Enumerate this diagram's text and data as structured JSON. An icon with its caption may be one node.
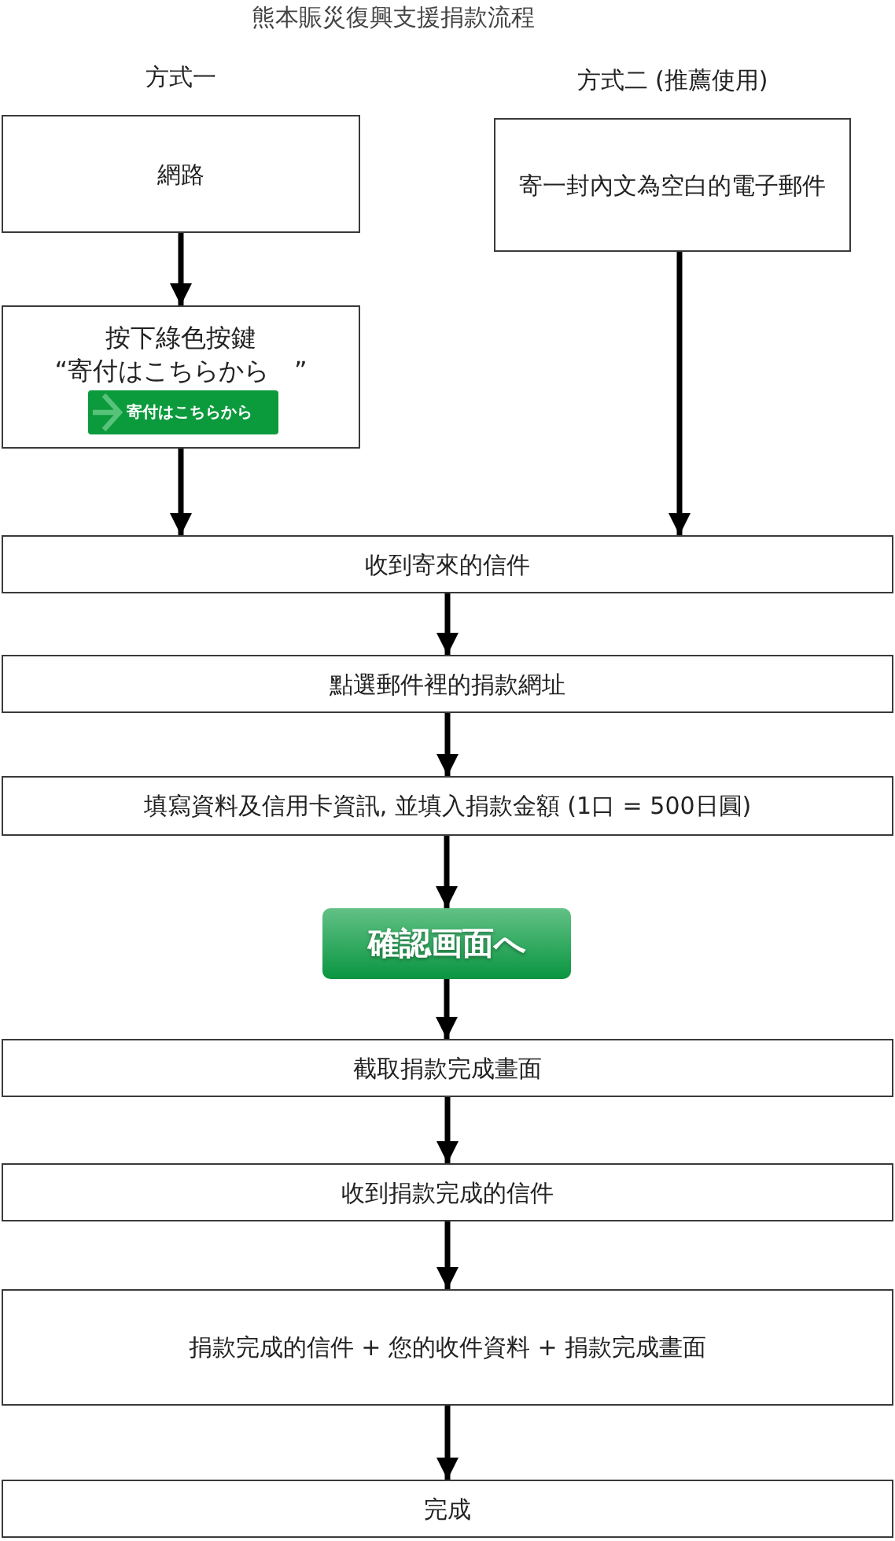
{
  "diagram": {
    "title": "熊本賑災復興支援捐款流程",
    "nodes": [
      {
        "text": [
          "方式一",
          "網路"
        ]
      },
      {
        "text": [
          "方式二 (推薦使用)",
          "寄一封內文為空白的電子郵件"
        ]
      },
      {
        "text": [
          "按下綠色按鍵",
          "“寄付はこちらから　”"
        ]
      },
      {
        "text": [
          "寄付はこちらから"
        ],
        "in": 2
      },
      {
        "text": [
          "收到寄來的信件"
        ]
      },
      {
        "text": [
          "點選郵件裡的捐款網址"
        ]
      },
      {
        "text": [
          "填寫資料及信用卡資訊, 並填入捐款金額 (1口 = 500日圓)"
        ]
      },
      {
        "text": [
          "確認画面へ"
        ]
      },
      {
        "text": [
          "截取捐款完成畫面"
        ]
      },
      {
        "text": [
          "收到捐款完成的信件"
        ]
      },
      {
        "text": [
          "捐款完成的信件 + 您的收件資料 + 捐款完成畫面"
        ]
      },
      {
        "text": [
          "完成"
        ]
      }
    ],
    "edges": [
      {
        "from": 0,
        "to": 2,
        "arrow": "to"
      },
      {
        "from": 2,
        "to": 4,
        "arrow": "to"
      },
      {
        "from": 1,
        "to": 4,
        "arrow": "to"
      },
      {
        "from": 4,
        "to": 5,
        "arrow": "to"
      },
      {
        "from": 5,
        "to": 6,
        "arrow": "to"
      },
      {
        "from": 6,
        "to": 7,
        "arrow": "to"
      },
      {
        "from": 7,
        "to": 8,
        "arrow": "to"
      },
      {
        "from": 8,
        "to": 9,
        "arrow": "to"
      },
      {
        "from": 9,
        "to": 10,
        "arrow": "to"
      },
      {
        "from": 10,
        "to": 11,
        "arrow": "to"
      }
    ]
  }
}
